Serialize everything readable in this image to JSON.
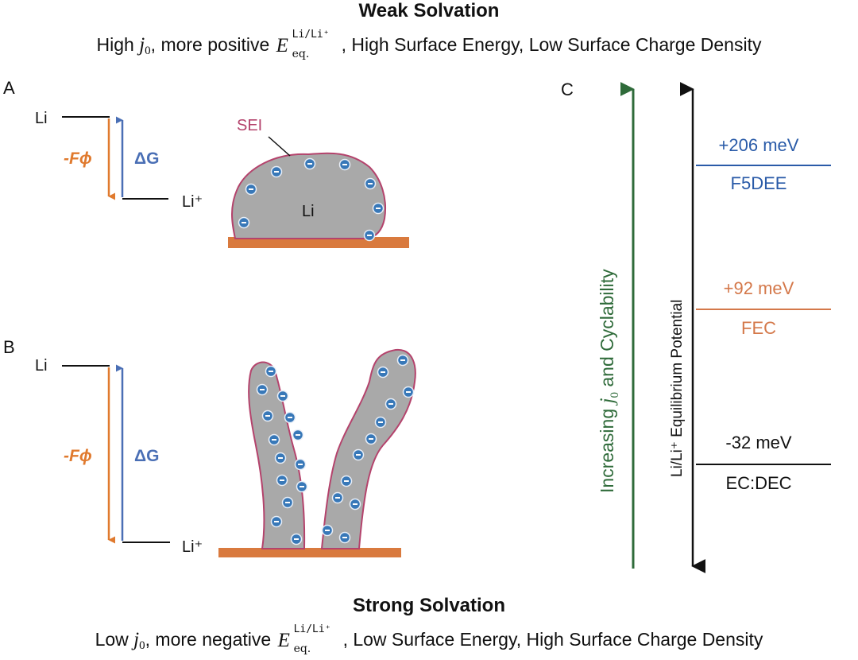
{
  "top": {
    "title": "Weak Solvation",
    "pre": "High ",
    "j": "j",
    "j_sub": "0",
    "mid": ", more ",
    "direction": "positive",
    "eq_E": "E",
    "eq_sup": "Li/Li⁺",
    "eq_sub": "eq.",
    "post": ", High Surface Energy, Low Surface Charge Density"
  },
  "bottom": {
    "title": "Strong Solvation",
    "pre": "Low ",
    "j": "j",
    "j_sub": "0",
    "mid": ", more ",
    "direction": "negative",
    "eq_E": "E",
    "eq_sup": "Li/Li⁺",
    "eq_sub": "eq.",
    "post": ", Low Surface Energy, High Surface Charge Density"
  },
  "panels": {
    "a": "A",
    "b": "B",
    "c": "C"
  },
  "panel_a": {
    "li_label": "Li",
    "li_plus_label": "Li⁺",
    "f_phi": "-Fϕ",
    "delta_g": "ΔG",
    "sei_label": "SEI",
    "metal_label": "Li"
  },
  "panel_b": {
    "li_label": "Li",
    "li_plus_label": "Li⁺",
    "f_phi": "-Fϕ",
    "delta_g": "ΔG"
  },
  "panel_c": {
    "green_axis": {
      "pre": "Increasing ",
      "j": "j",
      "j_sub": "0",
      "post": " and Cyclability"
    },
    "potential_axis": "Li/Li⁺ Equilibrium Potential",
    "levels": [
      {
        "value": "+206 meV",
        "solvent": "F5DEE",
        "color": "#2a5ba8"
      },
      {
        "value": "+92 meV",
        "solvent": "FEC",
        "color": "#d4784a"
      },
      {
        "value": "-32 meV",
        "solvent": "EC:DEC",
        "color": "#111111"
      }
    ]
  },
  "colors": {
    "orange": "#e07a2e",
    "blue": "#4a6fb5",
    "green": "#2f6b3a",
    "sei_border": "#b4436c",
    "li_fill": "#a9a9a9",
    "substrate": "#d97a3e",
    "ion_fill": "#3878b8"
  }
}
